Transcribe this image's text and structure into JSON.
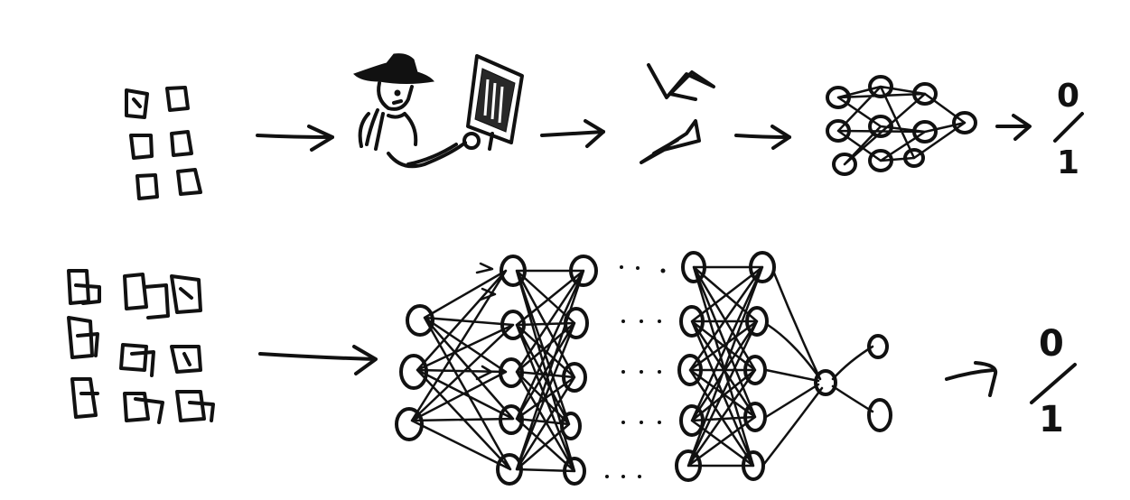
{
  "diagram": {
    "ink_color": "#111111",
    "background_color": "#ffffff",
    "top_row": {
      "stages": [
        "input-images",
        "human-feature-engineer",
        "extracted-features",
        "small-neural-network",
        "binary-output"
      ],
      "output_labels": {
        "top": "0",
        "bottom": "1"
      }
    },
    "bottom_row": {
      "stages": [
        "input-images",
        "deep-neural-network",
        "binary-output"
      ],
      "output_labels": {
        "top": "0",
        "bottom": "1"
      }
    }
  }
}
